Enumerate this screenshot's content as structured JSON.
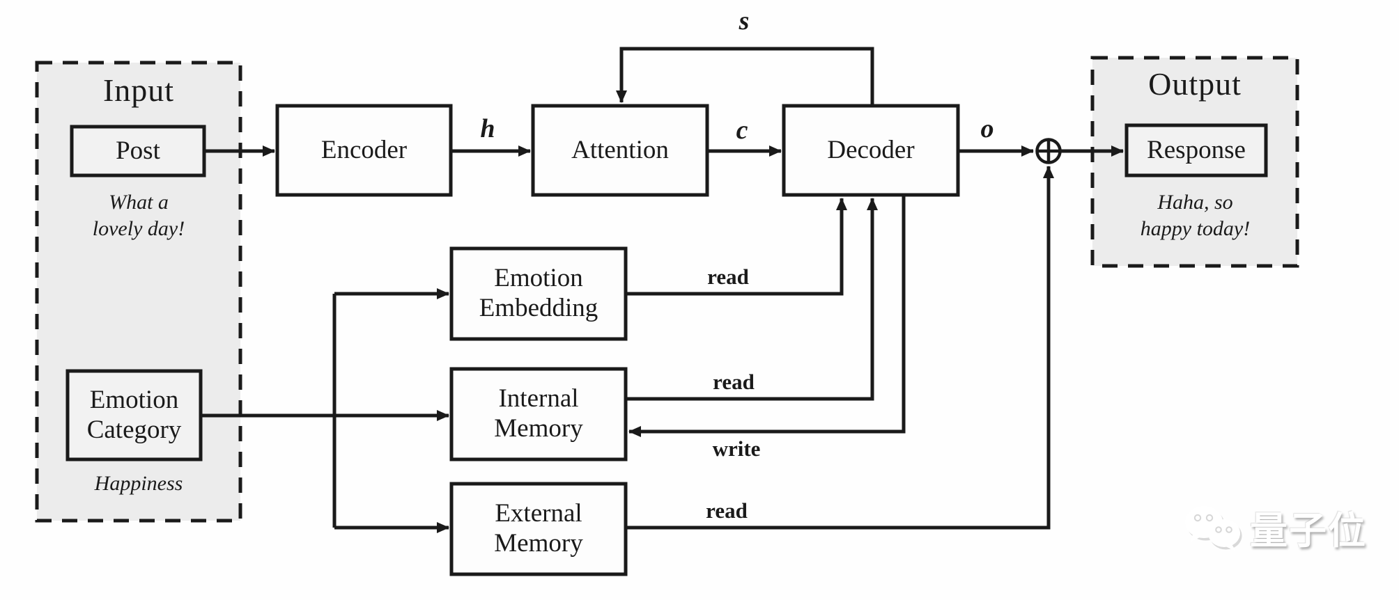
{
  "diagram": {
    "input_panel": {
      "title": "Input",
      "post_label": "Post",
      "post_example_line1": "What a",
      "post_example_line2": "lovely day!",
      "emotion_label": "Emotion Category",
      "emotion_example": "Happiness"
    },
    "output_panel": {
      "title": "Output",
      "response_label": "Response",
      "example_line1": "Haha, so",
      "example_line2": "happy today!"
    },
    "blocks": {
      "encoder": "Encoder",
      "attention": "Attention",
      "decoder": "Decoder",
      "emotion_embedding": "Emotion Embedding",
      "internal_memory": "Internal Memory",
      "external_memory": "External Memory"
    },
    "signals": {
      "h": "h",
      "c": "c",
      "o": "o",
      "s": "s"
    },
    "edges": {
      "read_embedding": "read",
      "read_internal": "read",
      "write_internal": "write",
      "read_external": "read"
    }
  },
  "watermark": {
    "text": "量子位"
  },
  "colors": {
    "line": "#1a1a1a",
    "panel_fill": "#ececec",
    "box_fill": "#fdfdfd",
    "inner_box_fill": "#f2f2f2",
    "watermark_color": "#ffffff"
  }
}
